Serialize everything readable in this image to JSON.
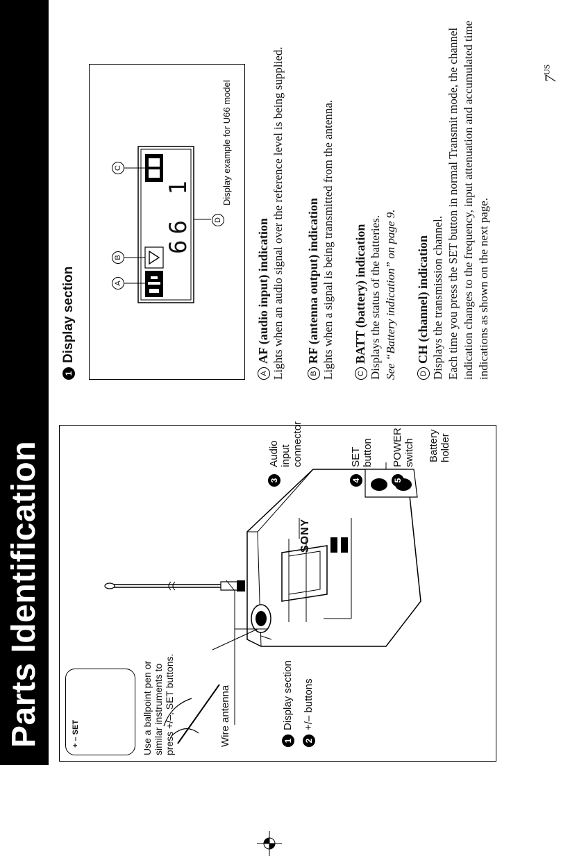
{
  "header": {
    "title": "Parts Identification"
  },
  "page_number": {
    "num": "7",
    "suffix": "US"
  },
  "figure": {
    "labels": {
      "wire_antenna": "Wire antenna",
      "display_section": "Display section",
      "plus_minus_buttons": "+/– buttons",
      "audio_input_connector": [
        "Audio",
        "input",
        "connector"
      ],
      "set_button": [
        "SET",
        "button"
      ],
      "power_switch": [
        "POWER",
        "switch"
      ],
      "battery_holder": [
        "Battery",
        "holder"
      ],
      "brand": "SONY"
    },
    "numbers": {
      "n1": "1",
      "n2": "2",
      "n3": "3",
      "n4": "4",
      "n5": "5"
    },
    "tip": {
      "keys": "+ – SET",
      "text": "Use a ballpoint pen or similar instruments to press +/–, SET buttons."
    }
  },
  "display_section": {
    "number": "1",
    "heading": "Display section",
    "caption": "Display example for U66 model",
    "lcd_value": "66 1",
    "letters": {
      "a": "A",
      "b": "B",
      "c": "C",
      "d": "D"
    }
  },
  "items": [
    {
      "letter": "A",
      "title": "AF (audio input) indication",
      "desc": "Lights when an audio signal over the reference level is being supplied."
    },
    {
      "letter": "B",
      "title": "RF (antenna output) indication",
      "desc": "Lights when a signal is being transmitted from the antenna."
    },
    {
      "letter": "C",
      "title": "BATT (battery) indication",
      "desc": "Displays the status of the batteries.",
      "ref": "See “Battery indication” on page 9."
    },
    {
      "letter": "D",
      "title": "CH (channel) indication",
      "desc": "Displays the transmission channel.",
      "desc2": "Each time you press the SET button in normal Transmit mode, the channel indication changes to the frequency, input attenuation and accumulated time indications as shown on the next page."
    }
  ]
}
